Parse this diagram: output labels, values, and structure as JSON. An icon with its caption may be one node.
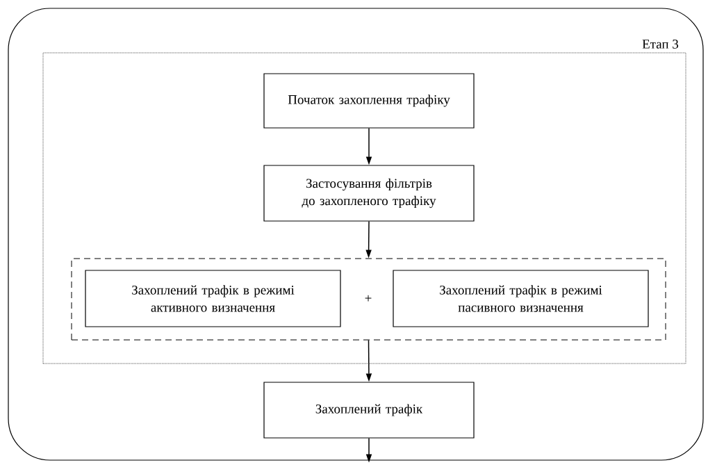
{
  "diagram": {
    "nodes": [
      {
        "text": [],
        "shape": "box"
      },
      {
        "text": [
          "Етап 3"
        ],
        "in": 0
      },
      {
        "text": [
          "Початок захоплення трафіку"
        ],
        "in": 1
      },
      {
        "text": [
          "Застосування фільтрів до захопленого трафіку"
        ],
        "in": 1
      },
      {
        "text": [],
        "shape": "box",
        "in": 1
      },
      {
        "text": [
          "Захоплений трафік в режимі активного визначення"
        ],
        "in": 4
      },
      {
        "text": [
          "Захоплений трафік в режимі пасивного визначення"
        ],
        "in": 4
      },
      {
        "text": [
          "Захоплений трафік"
        ],
        "in": 0
      }
    ],
    "edges": [
      {
        "from": 2,
        "to": 3,
        "arrow": "to"
      },
      {
        "from": 3,
        "to": 4,
        "arrow": "to"
      },
      {
        "from": 4,
        "to": 7,
        "arrow": "to"
      },
      {
        "from": 7,
        "to": null,
        "arrow": "to"
      }
    ],
    "labels": [
      "+"
    ]
  }
}
